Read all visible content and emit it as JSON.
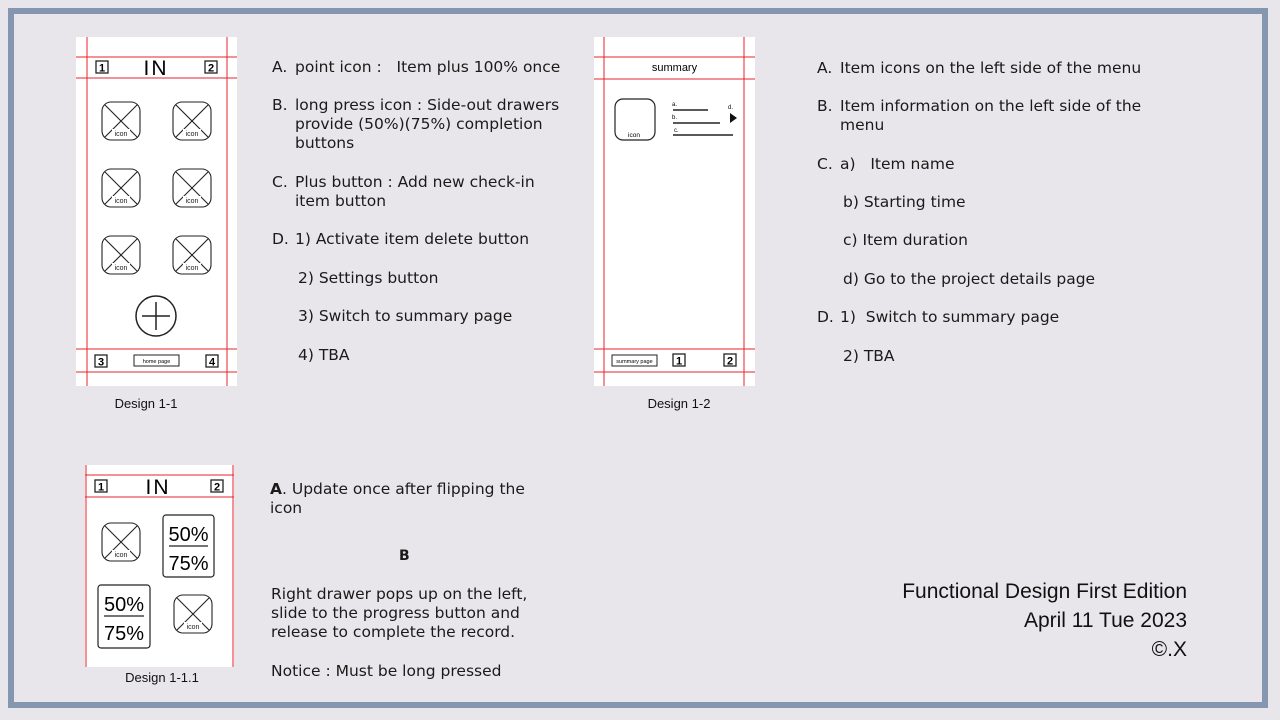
{
  "design_1_1": {
    "caption": "Design 1-1",
    "header_title": "IN",
    "top_left_badge": "1",
    "top_right_badge": "2",
    "icon_label": "icon",
    "bottom_left_badge": "3",
    "bottom_right_badge": "4",
    "home_button_label": "home page",
    "notes": [
      {
        "label": "A.",
        "text": "point icon :   Item plus 100% once"
      },
      {
        "label": "B.",
        "text": "long press icon : Side-out drawers\nprovide (50%)(75%) completion\nbuttons"
      },
      {
        "label": "C.",
        "text": "Plus button : Add new check-in\nitem button"
      },
      {
        "label": "D.",
        "text": "1) Activate item delete button"
      },
      {
        "label": "",
        "text": "2) Settings button"
      },
      {
        "label": "",
        "text": "3) Switch to summary page"
      },
      {
        "label": "",
        "text": "4) TBA"
      }
    ]
  },
  "design_1_2": {
    "caption": "Design 1-2",
    "header_title": "summary",
    "icon_label": "icon",
    "line_labels": [
      "a.",
      "b.",
      "c.",
      "d."
    ],
    "summary_button_label": "summary page",
    "bottom_badge_1": "1",
    "bottom_badge_2": "2",
    "notes": [
      {
        "label": "A.",
        "text": "Item icons on the left side of the menu"
      },
      {
        "label": "B.",
        "text": "Item information on the left side of the\nmenu"
      },
      {
        "label": "C.",
        "text": "a)   Item name"
      },
      {
        "label": "",
        "text": "b)  Starting time"
      },
      {
        "label": "",
        "text": "c)  Item duration"
      },
      {
        "label": "",
        "text": "d)  Go to the project details page"
      },
      {
        "label": "D.",
        "text": "1)  Switch to summary page"
      },
      {
        "label": "",
        "text": "2)  TBA"
      }
    ]
  },
  "design_1_1_1": {
    "caption": "Design 1-1.1",
    "header_title": "IN",
    "top_left_badge": "1",
    "top_right_badge": "2",
    "icon_label": "icon",
    "pct_top": "50%",
    "pct_bottom": "75%",
    "note_a_label": "A",
    "note_a_text": ". Update once after flipping the\nicon",
    "note_b_label": "B",
    "note_b_text": "Right drawer pops up on the left,\nslide to the progress button and\nrelease to complete the record.",
    "notice": "Notice : Must be long pressed"
  },
  "credit": {
    "line1": "Functional Design First Edition",
    "line2": "April 11 Tue 2023",
    "line3": "©.X"
  },
  "colors": {
    "border": "#8496b0",
    "guide_line": "#e8232f",
    "background": "#e8e6ea"
  }
}
